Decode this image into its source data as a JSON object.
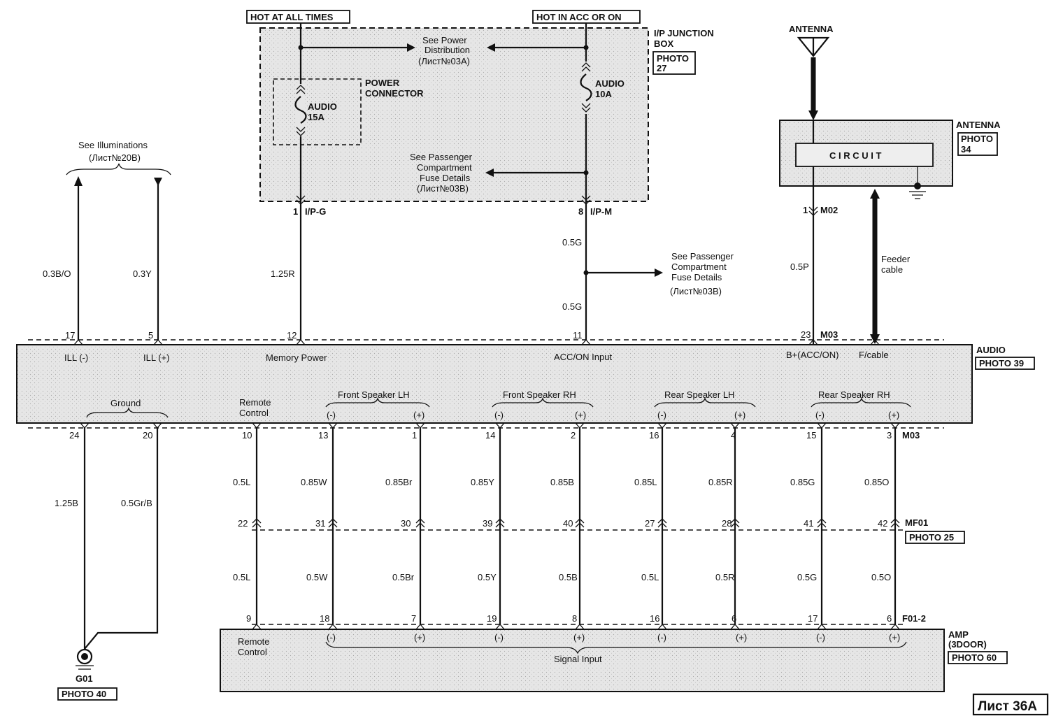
{
  "supply": {
    "hot_always": "HOT AT ALL TIMES",
    "hot_acc": "HOT IN ACC OR ON"
  },
  "junction": {
    "title_1": "I/P JUNCTION",
    "title_2": "BOX",
    "photo_1": "PHOTO",
    "photo_2": "27",
    "power_dist_1": "See Power",
    "power_dist_2": "Distribution",
    "power_dist_3": "(Лист№03A)",
    "pass_1": "See Passenger",
    "pass_2": "Compartment",
    "pass_3": "Fuse Details",
    "pass_4": "(Лист№03B)",
    "power_conn_1": "POWER",
    "power_conn_2": "CONNECTOR",
    "fuse15_1": "AUDIO",
    "fuse15_2": "15A",
    "fuse10_1": "AUDIO",
    "fuse10_2": "10A",
    "pin_g": "1",
    "conn_g": "I/P-G",
    "pin_m": "8",
    "conn_m": "I/P-M"
  },
  "illum": {
    "ref_1": "See Illuminations",
    "ref_2": "(Лист№20B)"
  },
  "pass_ref2": {
    "l1": "See Passenger",
    "l2": "Compartment",
    "l3": "Fuse Details",
    "l4": "(Лист№03B)"
  },
  "antenna": {
    "top_label": "ANTENNA",
    "module_label": "ANTENNA",
    "photo_1": "PHOTO",
    "photo_2": "34",
    "circuit": "C I R C U I T",
    "pin": "1",
    "conn": "M02",
    "wire": "0.5P",
    "feeder_1": "Feeder",
    "feeder_2": "cable"
  },
  "audio": {
    "label": "AUDIO",
    "photo": "PHOTO 39",
    "conn_top": "M03",
    "conn_bottom": "M03",
    "ill_minus": "ILL (-)",
    "ill_plus": "ILL (+)",
    "memory": "Memory Power",
    "acc": "ACC/ON Input",
    "bplus": "B+(ACC/ON)",
    "fcable": "F/cable",
    "ground": "Ground",
    "remote_1": "Remote",
    "remote_2": "Control",
    "front_lh": "Front Speaker LH",
    "front_rh": "Front Speaker RH",
    "rear_lh": "Rear Speaker LH",
    "rear_rh": "Rear Speaker RH",
    "minus": "(-)",
    "plus": "(+)"
  },
  "top_wires": {
    "w17": "0.3B/O",
    "w5": "0.3Y",
    "w12": "1.25R",
    "w11a": "0.5G",
    "w11b": "0.5G",
    "p17": "17",
    "p5": "5",
    "p12": "12",
    "p11": "11",
    "p23": "23"
  },
  "bottom_pins": {
    "p24": "24",
    "p20": "20",
    "p10": "10",
    "p13": "13",
    "p1": "1",
    "p14": "14",
    "p2": "2",
    "p16": "16",
    "p4": "4",
    "p15": "15",
    "p3": "3"
  },
  "wires_upper": {
    "w24": "1.25B",
    "w20": "0.5Gr/B",
    "w10": "0.5L",
    "w13": "0.85W",
    "w1": "0.85Br",
    "w14": "0.85Y",
    "w2": "0.85B",
    "w16": "0.85L",
    "w4": "0.85R",
    "w15": "0.85G",
    "w3": "0.85O"
  },
  "mf01": {
    "conn": "MF01",
    "photo": "PHOTO 25",
    "p22": "22",
    "p31": "31",
    "p30": "30",
    "p39": "39",
    "p40": "40",
    "p27": "27",
    "p28": "28",
    "p41": "41",
    "p42": "42"
  },
  "wires_lower": {
    "w10": "0.5L",
    "w13": "0.5W",
    "w1": "0.5Br",
    "w14": "0.5Y",
    "w2": "0.5B",
    "w16": "0.5L",
    "w4": "0.5R",
    "w15": "0.5G",
    "w3": "0.5O"
  },
  "amp": {
    "conn": "F01-2",
    "label_1": "AMP",
    "label_2": "(3DOOR)",
    "photo": "PHOTO 60",
    "remote_1": "Remote",
    "remote_2": "Control",
    "signal": "Signal Input",
    "p9": "9",
    "p18": "18",
    "p7": "7",
    "p19": "19",
    "p8": "8",
    "p16": "16",
    "p6": "6",
    "p17": "17",
    "p6b": "6"
  },
  "ground": {
    "label": "G01",
    "photo": "PHOTO 40"
  },
  "sheet": "Лист 36A"
}
